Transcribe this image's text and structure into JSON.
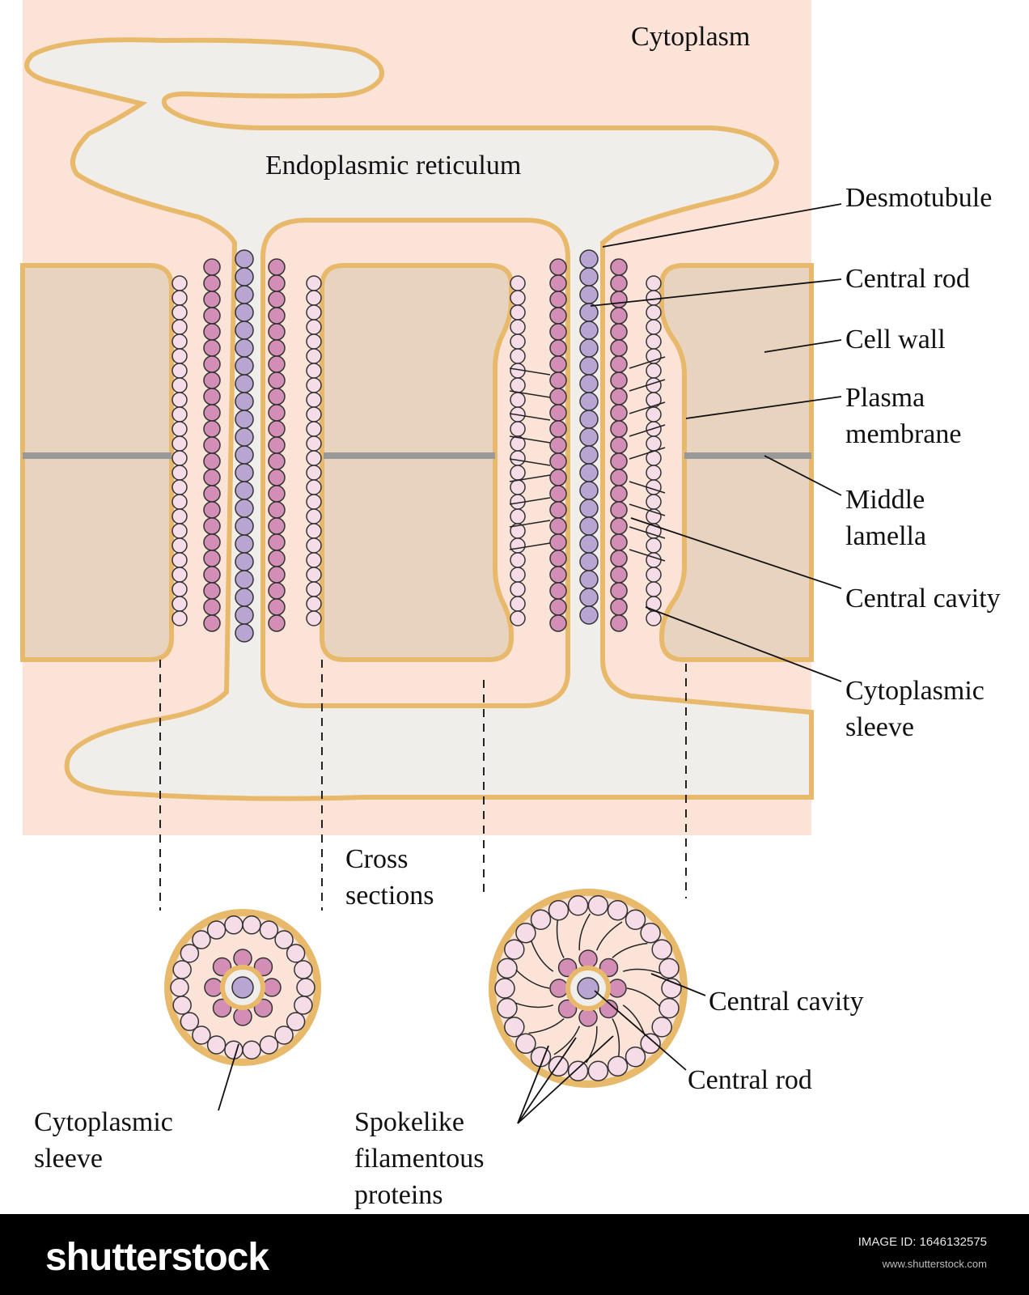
{
  "labels": {
    "cytoplasm": "Cytoplasm",
    "er": "Endoplasmic reticulum",
    "desmotubule": "Desmotubule",
    "central_rod": "Central rod",
    "cell_wall": "Cell wall",
    "plasma_1": "Plasma",
    "plasma_2": "membrane",
    "middle_1": "Middle",
    "middle_2": "lamella",
    "central_cavity": "Central cavity",
    "sleeve_1": "Cytoplasmic",
    "sleeve_2": "sleeve",
    "cross_1": "Cross",
    "cross_2": "sections",
    "cs_sleeve_1": "Cytoplasmic",
    "cs_sleeve_2": "sleeve",
    "cs_spoke_1": "Spokelike",
    "cs_spoke_2": "filamentous",
    "cs_spoke_3": "proteins",
    "cs_cavity": "Central cavity",
    "cs_rod": "Central rod"
  },
  "footer": {
    "brand": "shutterstock",
    "image_id": "IMAGE ID: 1646132575",
    "site": "www.shutterstock.com"
  },
  "colors": {
    "cytoplasm": "#fbe3d8",
    "cell_wall": "#e8d3bf",
    "membrane": "#e8b96a",
    "er_lumen": "#f0eeea",
    "light_particle": "#f5dce6",
    "dark_particle": "#d38eb5",
    "rod_particle": "#b9a5d1",
    "lamella": "#999999"
  }
}
